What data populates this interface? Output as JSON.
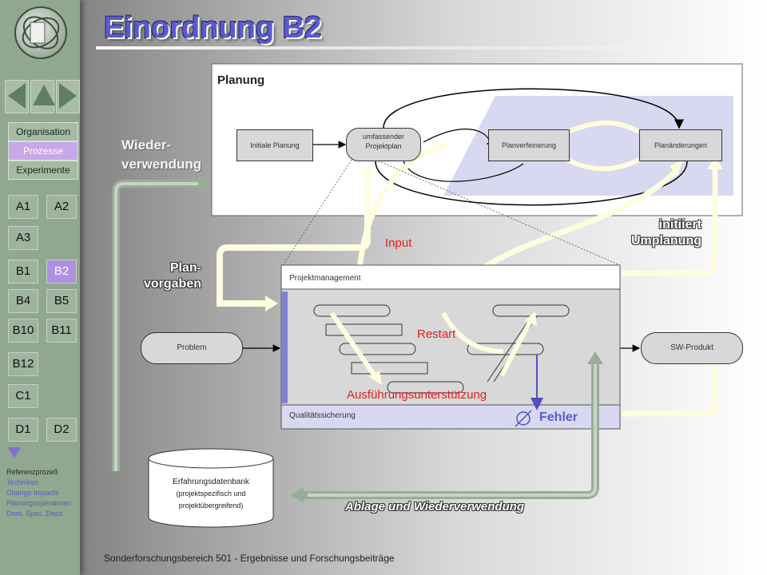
{
  "title": "Einordnung B2",
  "footer": "Sonderforschungsbereich 501 - Ergebnisse und Forschungsbeiträge",
  "sidebar": {
    "menu": [
      "Organisation",
      "Prozesse",
      "Experimente"
    ],
    "active_menu": "Prozesse",
    "buttons": [
      [
        "A1",
        "A2"
      ],
      [
        "A3",
        ""
      ],
      [
        "B1",
        "B2"
      ],
      [
        "B4",
        "B5"
      ],
      [
        "B10",
        "B11"
      ],
      [
        "B12",
        ""
      ],
      [
        "C1",
        ""
      ],
      [
        "D1",
        "D2"
      ]
    ],
    "active_button": "B2",
    "sublinks": [
      "Referenzprozeß",
      "Techniken",
      "Change Impacts",
      "Planungsoperatoren",
      "Dom. Spec. Deps"
    ]
  },
  "diagram": {
    "planung_title": "Planung",
    "boxes": {
      "initiale_planung": "Initiale Planung",
      "umfassender_line1": "umfassender",
      "umfassender_line2": "Projektplan",
      "planverfeinerung": "Planverfeinerung",
      "planaenderungen": "Planänderungen"
    },
    "projektmanagement": "Projektmanagement",
    "qualitaetssicherung": "Qualitätssicherung",
    "problem": "Problem",
    "sw_produkt": "SW-Produkt",
    "db_line1": "Erfahrungsdatenbank",
    "db_line2": "(projektspezifisch und",
    "db_line3": "projektübergreifend)",
    "wiederverwendung_line1": "Wieder-",
    "wiederverwendung_line2": "verwendung",
    "planvorgaben_line1": "Plan-",
    "planvorgaben_line2": "vorgaben",
    "initiiert_line1": "initiiert",
    "initiiert_line2": "Umplanung",
    "input": "Input",
    "restart": "Restart",
    "ausfuehrung": "Ausführungsunterstützung",
    "fehler": "Fehler",
    "ablage": "Ablage und Wiederverwendung"
  },
  "colors": {
    "title": "#5a5ad0",
    "sidebar": "#8fa88f",
    "active": "#b090e0",
    "red_text": "#e02020",
    "arrow_cream": "#fffde0",
    "lilac": "#d8d8f0"
  }
}
